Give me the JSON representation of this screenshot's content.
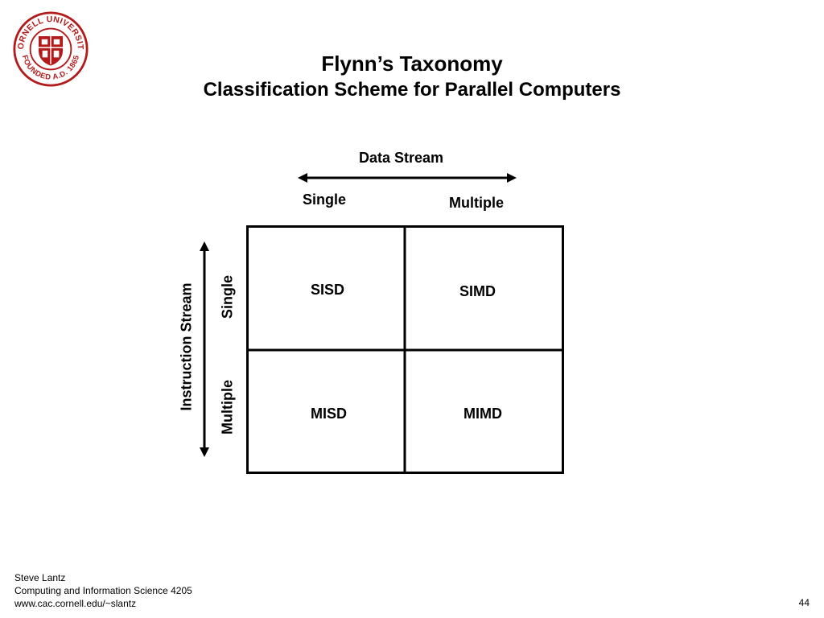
{
  "title": "Flynn’s Taxonomy",
  "subtitle": "Classification Scheme for Parallel Computers",
  "logo": {
    "text_top": "CORNELL UNIVERSITY",
    "text_bottom": "FOUNDED A.D. 1865",
    "color": "#b31b1b"
  },
  "axes": {
    "data_stream": {
      "label": "Data Stream",
      "single": "Single",
      "multiple": "Multiple"
    },
    "instruction_stream": {
      "label": "Instruction Stream",
      "single": "Single",
      "multiple": "Multiple"
    }
  },
  "cells": {
    "sisd": "SISD",
    "simd": "SIMD",
    "misd": "MISD",
    "mimd": "MIMD"
  },
  "footer": {
    "author": "Steve Lantz",
    "course": "Computing and Information Science 4205",
    "url": "www.cac.cornell.edu/~slantz",
    "page": "44"
  }
}
